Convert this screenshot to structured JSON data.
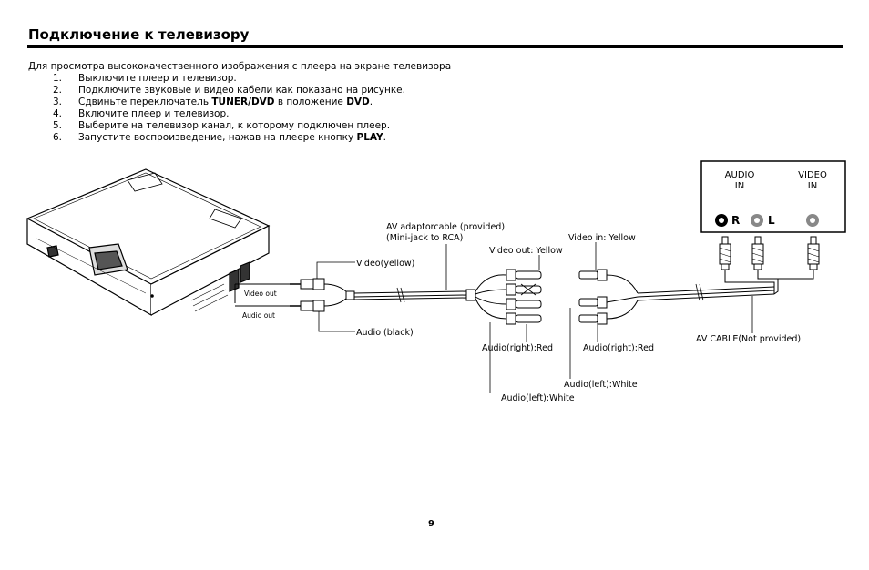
{
  "title": "Подключение к телевизору",
  "intro": "Для просмотра высококачественного изображения с плеера на экране телевизора",
  "steps": [
    {
      "num": "1.",
      "pre": "Выключите плеер и телевизор.",
      "bold": "",
      "mid": "",
      "bold2": "",
      "post": ""
    },
    {
      "num": "2.",
      "pre": "Подключите звуковые и видео кабели как показано на рисунке.",
      "bold": "",
      "mid": "",
      "bold2": "",
      "post": ""
    },
    {
      "num": "3.",
      "pre": "Сдвиньте переключатель ",
      "bold": "TUNER/DVD",
      "mid": " в положение ",
      "bold2": "DVD",
      "post": "."
    },
    {
      "num": "4.",
      "pre": "Включите плеер и телевизор.",
      "bold": "",
      "mid": "",
      "bold2": "",
      "post": ""
    },
    {
      "num": "5.",
      "pre": "Выберите на телевизор канал, к которому подключен плеер.",
      "bold": "",
      "mid": "",
      "bold2": "",
      "post": ""
    },
    {
      "num": "6.",
      "pre": "Запустите воспроизведение, нажав на плеере кнопку ",
      "bold": "PLAY",
      "mid": "",
      "bold2": "",
      "post": "."
    }
  ],
  "diagram": {
    "tv_panel": {
      "audio_in_1": "AUDIO",
      "audio_in_2": "IN",
      "video_in_1": "VIDEO",
      "video_in_2": "IN",
      "r": "R",
      "l": "L"
    },
    "player_video_out": "Video out",
    "player_audio_out": "Audio out",
    "video_yellow": "Video(yellow)",
    "audio_black": "Audio (black)",
    "adaptor_1": "AV adaptorcable (provided)",
    "adaptor_2": "(Mini-jack to RCA)",
    "video_out_yellow": "Video out: Yellow",
    "video_in_yellow": "Video in: Yellow",
    "audio_right_red_1": "Audio(right):Red",
    "audio_right_red_2": "Audio(right):Red",
    "audio_left_white_1": "Audio(left):White",
    "audio_left_white_2": "Audio(left):White",
    "av_cable": "AV CABLE(Not provided)"
  },
  "page_number": "9"
}
